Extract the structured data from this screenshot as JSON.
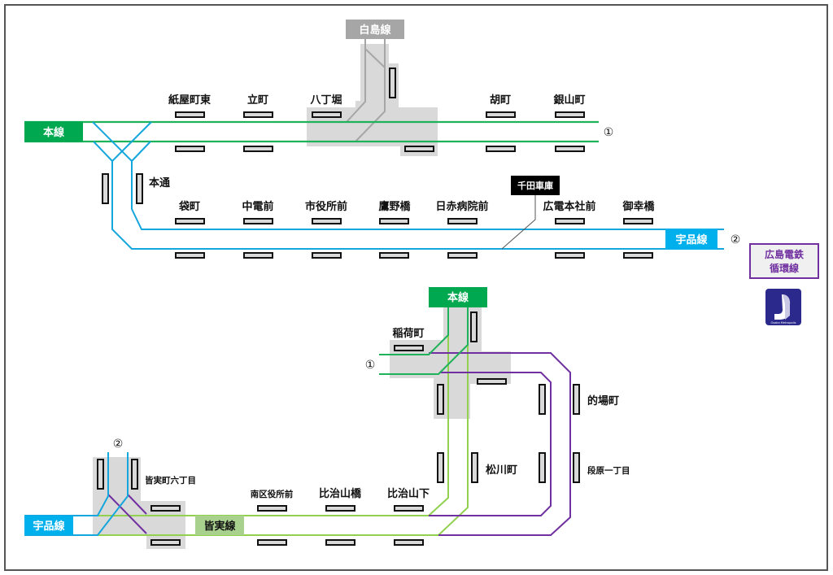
{
  "colors": {
    "honsen": "#1eb25a",
    "honsen_tag": "#00a84f",
    "ujina": "#14a6dc",
    "ujina_tag": "#00b0ec",
    "hakushima": "#a6a6a6",
    "minami": "#92d050",
    "minami_tag": "#a9d18e",
    "loop": "#7030a0",
    "transfer_area": "#d9d9d9"
  },
  "line_tags": {
    "honsen_top": "本線",
    "hakushima": "白島線",
    "ujina_top": "宇品線",
    "honsen_bottom": "本線",
    "ujina_bottom": "宇品線",
    "minami": "皆実線",
    "depot": "千田車庫"
  },
  "markers": {
    "one_top": "①",
    "two_top": "②",
    "one_bottom": "①",
    "two_bottom": "②"
  },
  "legend": {
    "title_line1": "広島電鉄",
    "title_line2": "循環線",
    "logo_text": "Osaka Metropolis"
  },
  "stations": {
    "kamiyacho_higashi": "紙屋町東",
    "tatemachi": "立町",
    "hatchobori": "八丁堀",
    "ebisucho": "胡町",
    "kanayamacho": "銀山町",
    "hondori": "本通",
    "fukuromachi": "袋町",
    "chuden_mae": "中電前",
    "shiyakusho_mae": "市役所前",
    "takanobashi": "鷹野橋",
    "nisseki_byoin_mae": "日赤病院前",
    "hiroden_honsha_mae": "広電本社前",
    "miyukibashi": "御幸橋",
    "inarimachi": "稲荷町",
    "matobacho": "的場町",
    "matsukawacho": "松川町",
    "danbara_itchome": "段原一丁目",
    "minamimachi_rokuchome": "皆実町六丁目",
    "minamiku_yakusho_mae": "南区役所前",
    "hijiyamabashi": "比治山橋",
    "hijiyamashita": "比治山下"
  }
}
